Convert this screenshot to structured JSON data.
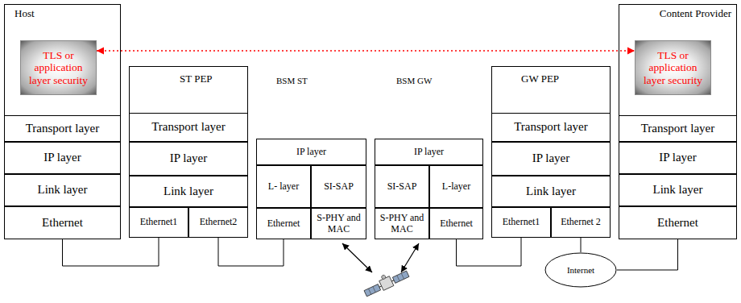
{
  "diagram": {
    "nodes": [
      {
        "text": [
          "Host"
        ]
      },
      {
        "text": [
          "TLS or application layer security"
        ],
        "in": 0
      },
      {
        "text": [
          "Transport layer"
        ],
        "in": 0
      },
      {
        "text": [
          "IP layer"
        ],
        "in": 0
      },
      {
        "text": [
          "Link layer"
        ],
        "in": 0
      },
      {
        "text": [
          "Ethernet"
        ],
        "in": 0
      },
      {
        "text": [
          "ST PEP"
        ]
      },
      {
        "text": [
          "Transport layer"
        ],
        "in": 6
      },
      {
        "text": [
          "IP layer"
        ],
        "in": 6
      },
      {
        "text": [
          "Link layer"
        ],
        "in": 6
      },
      {
        "text": [
          "Ethernet1"
        ],
        "in": 6
      },
      {
        "text": [
          "Ethernet2"
        ],
        "in": 6
      },
      {
        "text": [
          "BSM ST"
        ]
      },
      {
        "text": [
          "IP layer"
        ],
        "in": 12
      },
      {
        "text": [
          "L- layer"
        ],
        "in": 12
      },
      {
        "text": [
          "SI-SAP"
        ],
        "in": 12
      },
      {
        "text": [
          "Ethernet"
        ],
        "in": 12
      },
      {
        "text": [
          "S-PHY and MAC"
        ],
        "in": 12
      },
      {
        "text": [
          "BSM GW"
        ]
      },
      {
        "text": [
          "IP layer"
        ],
        "in": 18
      },
      {
        "text": [
          "SI-SAP"
        ],
        "in": 18
      },
      {
        "text": [
          "L-layer"
        ],
        "in": 18
      },
      {
        "text": [
          "S-PHY and MAC"
        ],
        "in": 18
      },
      {
        "text": [
          "Ethernet"
        ],
        "in": 18
      },
      {
        "text": [
          "GW PEP"
        ]
      },
      {
        "text": [
          "Transport layer"
        ],
        "in": 24
      },
      {
        "text": [
          "IP layer"
        ],
        "in": 24
      },
      {
        "text": [
          "Link layer"
        ],
        "in": 24
      },
      {
        "text": [
          "Ethernet1"
        ],
        "in": 24
      },
      {
        "text": [
          "Ethernet 2"
        ],
        "in": 24
      },
      {
        "text": [
          "Content Provider"
        ]
      },
      {
        "text": [
          "TLS or application layer security"
        ],
        "in": 30
      },
      {
        "text": [
          "Transport layer"
        ],
        "in": 30
      },
      {
        "text": [
          "IP layer"
        ],
        "in": 30
      },
      {
        "text": [
          "Link layer"
        ],
        "in": 30
      },
      {
        "text": [
          "Ethernet"
        ],
        "in": 30
      },
      {
        "text": [
          "Internet"
        ]
      }
    ],
    "edges": [
      {
        "from": 1,
        "to": 31,
        "arrow": "both"
      },
      {
        "from": 5,
        "to": 10,
        "arrow": "none"
      },
      {
        "from": 11,
        "to": 16,
        "arrow": "none"
      },
      {
        "from": 23,
        "to": 28,
        "arrow": "none"
      },
      {
        "from": 29,
        "to": 36,
        "arrow": "none"
      },
      {
        "from": 36,
        "to": 35,
        "arrow": "none"
      }
    ]
  }
}
